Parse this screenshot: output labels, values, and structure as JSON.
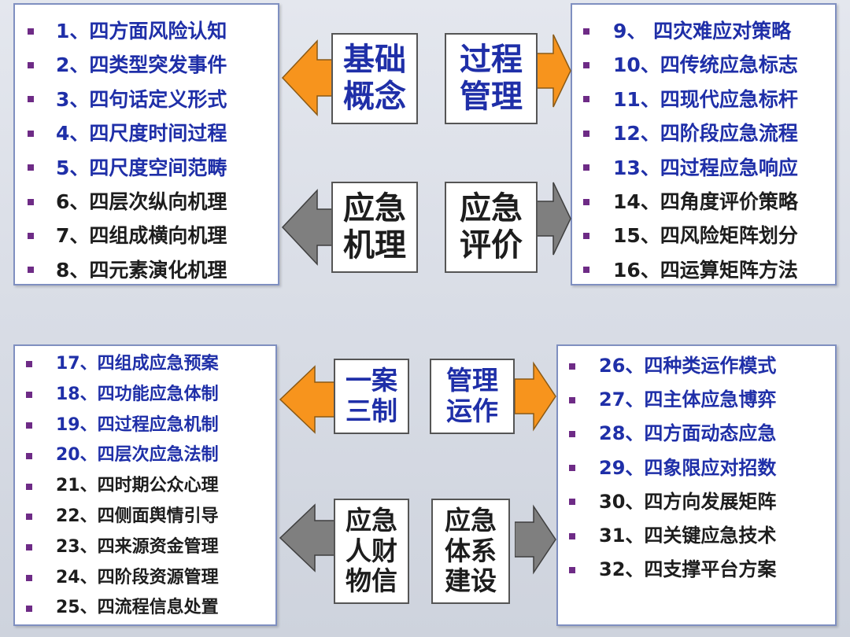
{
  "panels": {
    "top_left": [
      {
        "num": "1、",
        "text_a": "四方面",
        "text_b": "风险认知"
      },
      {
        "num": "2、",
        "text_a": "四类型",
        "text_b": "突发事件"
      },
      {
        "num": "3、",
        "text_a": "四句话",
        "text_b": "定义形式"
      },
      {
        "num": "4、",
        "text_a": "四尺度",
        "text_b": "时间过程"
      },
      {
        "num": "5、",
        "text_a": "四尺度",
        "text_b": "空间范畴"
      },
      {
        "num": "6、",
        "text_a": "四层次",
        "text_b": "纵向机理"
      },
      {
        "num": "7、",
        "text_a": "四组成",
        "text_b": "横向机理"
      },
      {
        "num": "8、",
        "text_a": "四元素",
        "text_b": "演化机理"
      }
    ],
    "top_right": [
      {
        "num": "9、",
        "text_a": " 四灾难",
        "text_b": "应对策略"
      },
      {
        "num": "10、",
        "text_a": "四传统",
        "text_b": "应急标志"
      },
      {
        "num": "11、",
        "text_a": "四现代",
        "text_b": "应急标杆"
      },
      {
        "num": "12、",
        "text_a": "四阶段",
        "text_b": "应急流程"
      },
      {
        "num": "13、",
        "text_a": "四过程",
        "text_b": "应急响应"
      },
      {
        "num": "14、",
        "text_a": "四角度",
        "text_b": "评价策略"
      },
      {
        "num": "15、",
        "text_a": "四风险",
        "text_b": "矩阵划分"
      },
      {
        "num": "16、",
        "text_a": "四运算",
        "text_b": "矩阵方法"
      }
    ],
    "bottom_left": [
      {
        "num": "17、",
        "text_a": "四组成",
        "text_b": "应急预案"
      },
      {
        "num": "18、",
        "text_a": "四功能",
        "text_b": "应急体制"
      },
      {
        "num": "19、",
        "text_a": "四过程",
        "text_b": "应急机制"
      },
      {
        "num": "20、",
        "text_a": "四层次",
        "text_b": "应急法制"
      },
      {
        "num": "21、",
        "text_a": "四时期",
        "text_b": "公众心理"
      },
      {
        "num": "22、",
        "text_a": "四侧面",
        "text_b": "舆情引导"
      },
      {
        "num": "23、",
        "text_a": "四来源",
        "text_b": "资金管理"
      },
      {
        "num": "24、",
        "text_a": "四阶段",
        "text_b": "资源管理"
      },
      {
        "num": "25、",
        "text_a": "四流程",
        "text_b": "信息处置"
      }
    ],
    "bottom_right": [
      {
        "num": "26、",
        "text_a": "四种类",
        "text_b": "运作模式"
      },
      {
        "num": "27、",
        "text_a": "四主体",
        "text_b": "应急博弈"
      },
      {
        "num": "28、",
        "text_a": "四方面",
        "text_b": "动态应急"
      },
      {
        "num": "29、",
        "text_a": "四象限",
        "text_b": "应对招数"
      },
      {
        "num": "30、",
        "text_a": "四方向",
        "text_b": "发展矩阵"
      },
      {
        "num": "31、",
        "text_a": "四关键",
        "text_b": "应急技术"
      },
      {
        "num": "32、",
        "text_a": "四支撑",
        "text_b": "平台方案"
      }
    ]
  },
  "boxes": {
    "basic_concept": [
      "基础",
      "概念"
    ],
    "process_management": [
      "过程",
      "管理"
    ],
    "emergency_mechanism": [
      "应急",
      "机理"
    ],
    "emergency_evaluation": [
      "应急",
      "评价"
    ],
    "one_plan_three_systems": [
      "一案",
      "三制"
    ],
    "management_operation": [
      "管理",
      "运作"
    ],
    "emergency_resources": [
      "应急",
      "人财",
      "物信"
    ],
    "emergency_system": [
      "应急",
      "体系",
      "建设"
    ]
  },
  "colors": {
    "blue_text": "#1f2fa8",
    "dark_text": "#1d1d1d",
    "orange_arrow": "#f7941d",
    "gray_arrow": "#7f7f7f",
    "bullet": "#6e2b86",
    "panel_border": "#7f8fc0"
  }
}
